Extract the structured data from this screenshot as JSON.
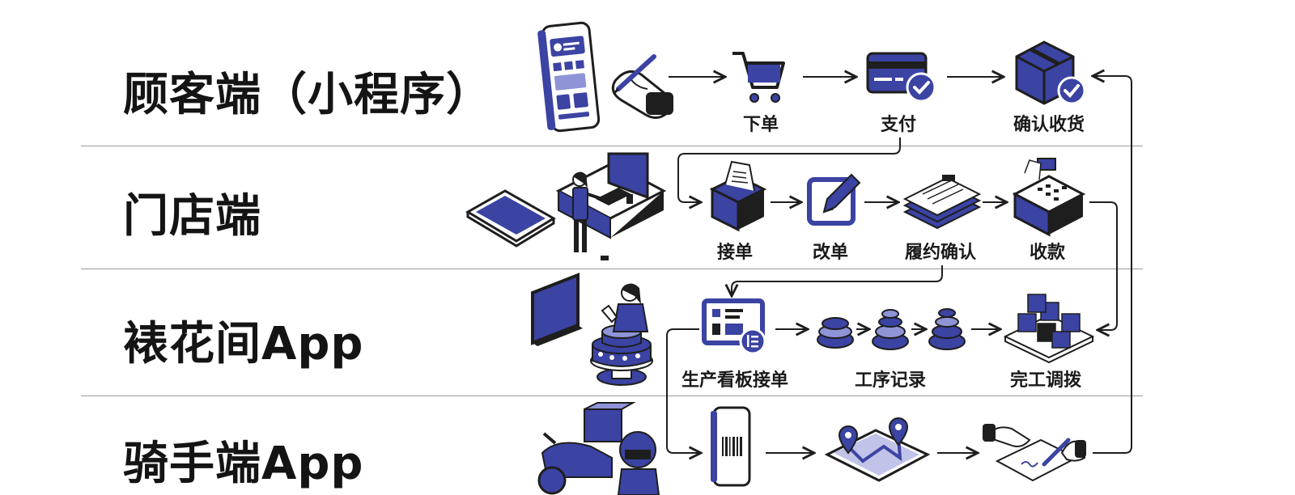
{
  "lanes": [
    {
      "title": "顾客端（小程序）",
      "steps": [
        {
          "label": "",
          "icon": "phone-miniprogram-icon"
        },
        {
          "label": "",
          "icon": "hand-stylus-icon"
        },
        {
          "label": "下单",
          "icon": "shopping-cart-icon"
        },
        {
          "label": "支付",
          "icon": "credit-card-check-icon"
        },
        {
          "label": "确认收货",
          "icon": "package-check-icon"
        }
      ]
    },
    {
      "title": "门店端",
      "steps": [
        {
          "label": "",
          "icon": "tablet-icon"
        },
        {
          "label": "",
          "icon": "clerk-at-desk-icon"
        },
        {
          "label": "接单",
          "icon": "receipt-printer-icon"
        },
        {
          "label": "改单",
          "icon": "edit-pencil-icon"
        },
        {
          "label": "履约确认",
          "icon": "clipboard-stack-icon"
        },
        {
          "label": "收款",
          "icon": "cash-register-icon"
        }
      ]
    },
    {
      "title": "裱花间App",
      "steps": [
        {
          "label": "",
          "icon": "monitor-icon"
        },
        {
          "label": "",
          "icon": "baker-cake-icon"
        },
        {
          "label": "生产看板接单",
          "icon": "kanban-board-icon"
        },
        {
          "label": "工序记录",
          "icon": "cake-layers-icon"
        },
        {
          "label": "完工调拨",
          "icon": "boxes-pallet-icon"
        }
      ]
    },
    {
      "title": "骑手端App",
      "steps": [
        {
          "label": "",
          "icon": "scooter-rider-icon"
        },
        {
          "label": "",
          "icon": "phone-barcode-icon"
        },
        {
          "label": "",
          "icon": "map-route-icon"
        },
        {
          "label": "",
          "icon": "handshake-sign-icon"
        }
      ]
    }
  ],
  "colors": {
    "accent": "#3b43a3",
    "accent_light": "#8e94d6",
    "ink": "#141414",
    "line": "#1e1e1e",
    "divider": "#9a9a9a"
  }
}
